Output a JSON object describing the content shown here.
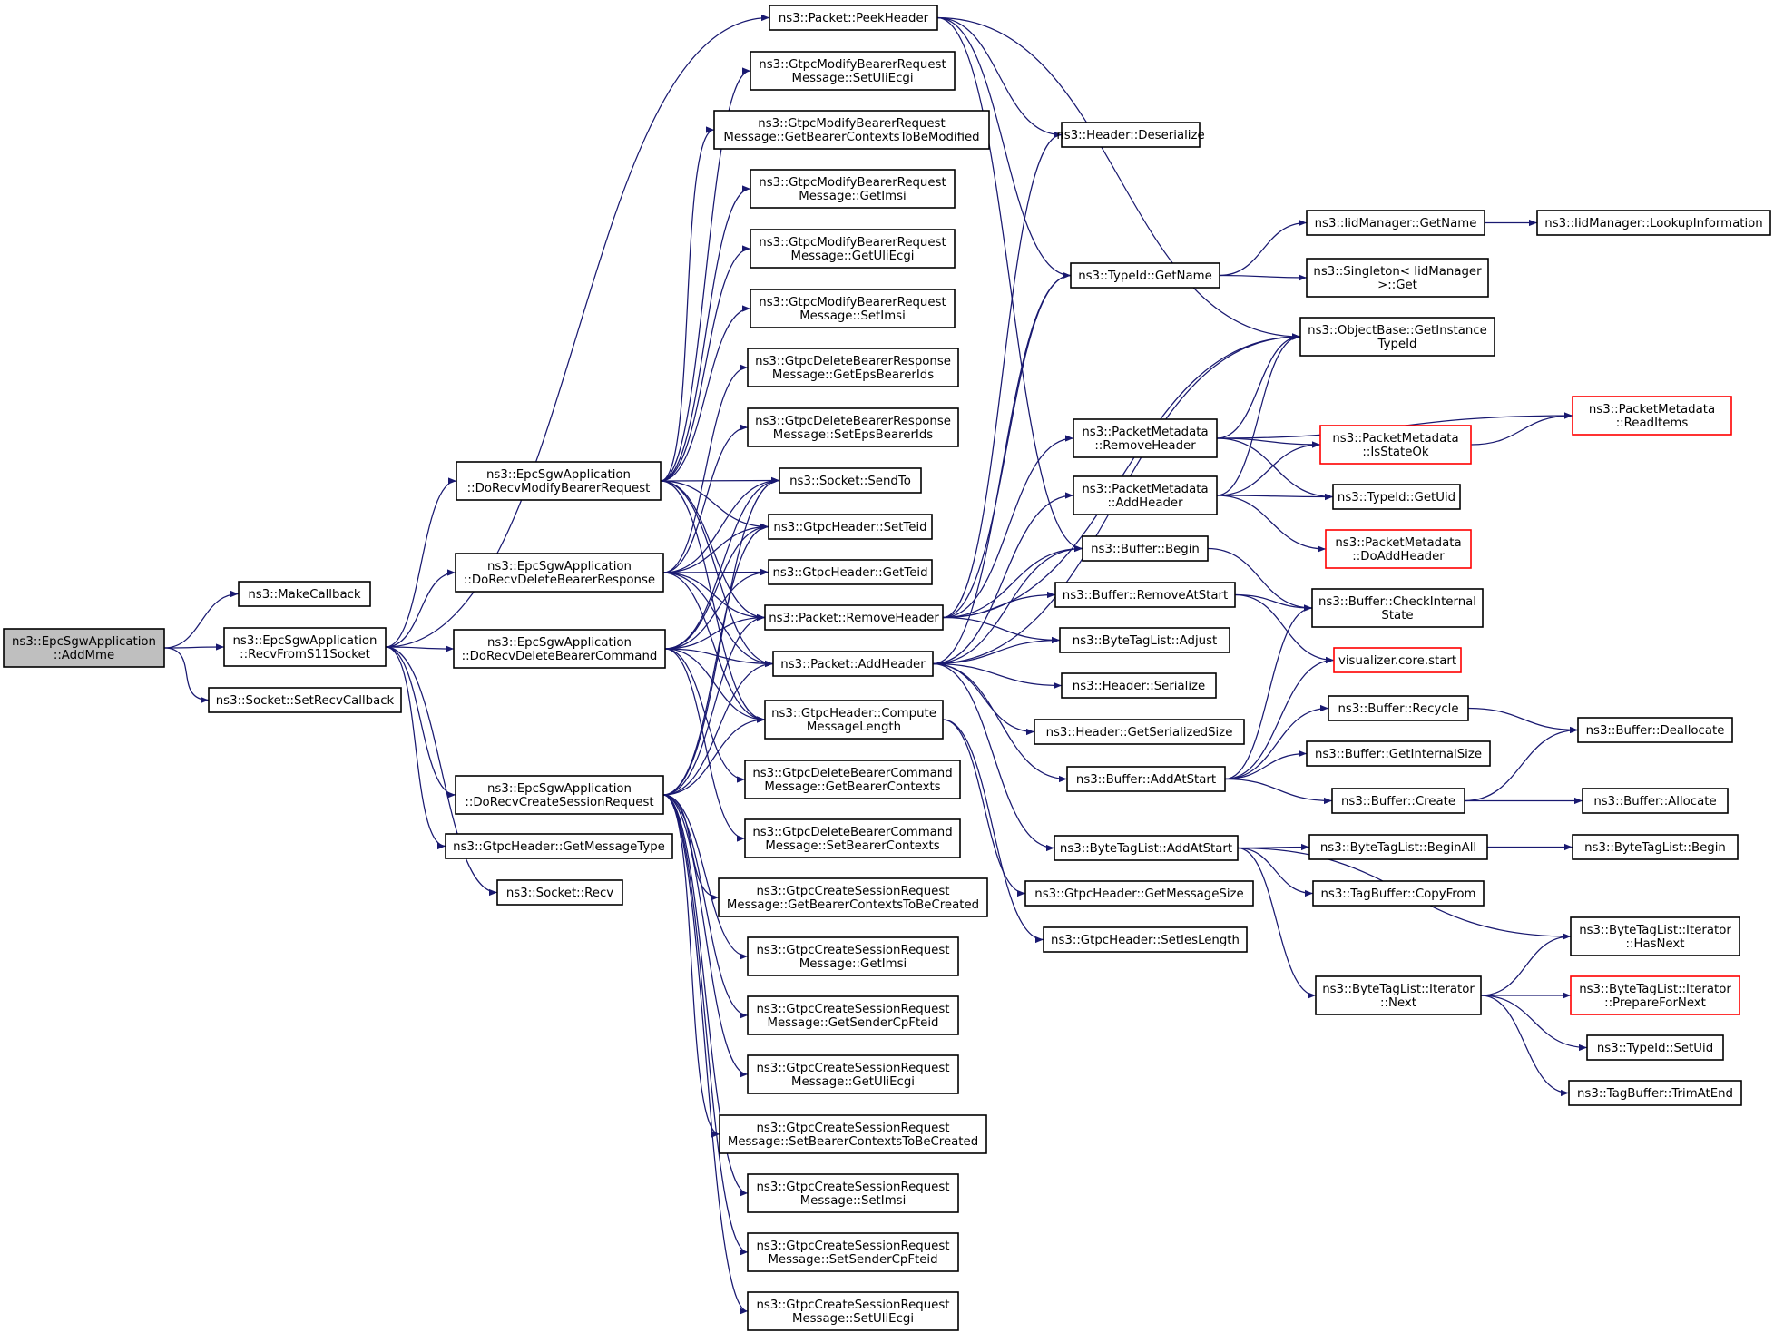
{
  "colors": {
    "edge": "#191970",
    "node_border": "#000000",
    "node_border_truncated": "#ff0000",
    "root_fill": "#bfbfbf",
    "node_fill": "#ffffff"
  },
  "nodes": [
    {
      "id": "root",
      "lines": [
        "ns3::EpcSgwApplication",
        "::AddMme"
      ],
      "root": true
    },
    {
      "id": "makecb",
      "lines": [
        "ns3::MakeCallback"
      ]
    },
    {
      "id": "recvs11",
      "lines": [
        "ns3::EpcSgwApplication",
        "::RecvFromS11Socket"
      ]
    },
    {
      "id": "setrecvcb",
      "lines": [
        "ns3::Socket::SetRecvCallback"
      ]
    },
    {
      "id": "domodify",
      "lines": [
        "ns3::EpcSgwApplication",
        "::DoRecvModifyBearerRequest"
      ]
    },
    {
      "id": "dodelresp",
      "lines": [
        "ns3::EpcSgwApplication",
        "::DoRecvDeleteBearerResponse"
      ]
    },
    {
      "id": "dodelcmd",
      "lines": [
        "ns3::EpcSgwApplication",
        "::DoRecvDeleteBearerCommand"
      ]
    },
    {
      "id": "docreate",
      "lines": [
        "ns3::EpcSgwApplication",
        "::DoRecvCreateSessionRequest"
      ]
    },
    {
      "id": "getmsgtype",
      "lines": [
        "ns3::GtpcHeader::GetMessageType"
      ]
    },
    {
      "id": "sockrecv",
      "lines": [
        "ns3::Socket::Recv"
      ]
    },
    {
      "id": "peek",
      "lines": [
        "ns3::Packet::PeekHeader"
      ]
    },
    {
      "id": "mb_setuli",
      "lines": [
        "ns3::GtpcModifyBearerRequest",
        "Message::SetUliEcgi"
      ]
    },
    {
      "id": "mb_getctx",
      "lines": [
        "ns3::GtpcModifyBearerRequest",
        "Message::GetBearerContextsToBeModified"
      ]
    },
    {
      "id": "mb_getimsi",
      "lines": [
        "ns3::GtpcModifyBearerRequest",
        "Message::GetImsi"
      ]
    },
    {
      "id": "mb_getuli",
      "lines": [
        "ns3::GtpcModifyBearerRequest",
        "Message::GetUliEcgi"
      ]
    },
    {
      "id": "mb_setimsi",
      "lines": [
        "ns3::GtpcModifyBearerRequest",
        "Message::SetImsi"
      ]
    },
    {
      "id": "dr_geteps",
      "lines": [
        "ns3::GtpcDeleteBearerResponse",
        "Message::GetEpsBearerIds"
      ]
    },
    {
      "id": "dr_seteps",
      "lines": [
        "ns3::GtpcDeleteBearerResponse",
        "Message::SetEpsBearerIds"
      ]
    },
    {
      "id": "sendto",
      "lines": [
        "ns3::Socket::SendTo"
      ]
    },
    {
      "id": "setteid",
      "lines": [
        "ns3::GtpcHeader::SetTeid"
      ]
    },
    {
      "id": "getteid",
      "lines": [
        "ns3::GtpcHeader::GetTeid"
      ]
    },
    {
      "id": "removehdr",
      "lines": [
        "ns3::Packet::RemoveHeader"
      ]
    },
    {
      "id": "addhdr",
      "lines": [
        "ns3::Packet::AddHeader"
      ]
    },
    {
      "id": "compute",
      "lines": [
        "ns3::GtpcHeader::Compute",
        "MessageLength"
      ]
    },
    {
      "id": "dc_getctx",
      "lines": [
        "ns3::GtpcDeleteBearerCommand",
        "Message::GetBearerContexts"
      ]
    },
    {
      "id": "dc_setctx",
      "lines": [
        "ns3::GtpcDeleteBearerCommand",
        "Message::SetBearerContexts"
      ]
    },
    {
      "id": "cs_getctx",
      "lines": [
        "ns3::GtpcCreateSessionRequest",
        "Message::GetBearerContextsToBeCreated"
      ]
    },
    {
      "id": "cs_getimsi",
      "lines": [
        "ns3::GtpcCreateSessionRequest",
        "Message::GetImsi"
      ]
    },
    {
      "id": "cs_getsender",
      "lines": [
        "ns3::GtpcCreateSessionRequest",
        "Message::GetSenderCpFteid"
      ]
    },
    {
      "id": "cs_getuli",
      "lines": [
        "ns3::GtpcCreateSessionRequest",
        "Message::GetUliEcgi"
      ]
    },
    {
      "id": "cs_setctx",
      "lines": [
        "ns3::GtpcCreateSessionRequest",
        "Message::SetBearerContextsToBeCreated"
      ]
    },
    {
      "id": "cs_setimsi",
      "lines": [
        "ns3::GtpcCreateSessionRequest",
        "Message::SetImsi"
      ]
    },
    {
      "id": "cs_setsender",
      "lines": [
        "ns3::GtpcCreateSessionRequest",
        "Message::SetSenderCpFteid"
      ]
    },
    {
      "id": "cs_setuli",
      "lines": [
        "ns3::GtpcCreateSessionRequest",
        "Message::SetUliEcgi"
      ]
    },
    {
      "id": "hdr_deser",
      "lines": [
        "ns3::Header::Deserialize"
      ]
    },
    {
      "id": "typeid_getname",
      "lines": [
        "ns3::TypeId::GetName"
      ]
    },
    {
      "id": "pm_remove",
      "lines": [
        "ns3::PacketMetadata",
        "::RemoveHeader"
      ]
    },
    {
      "id": "pm_add",
      "lines": [
        "ns3::PacketMetadata",
        "::AddHeader"
      ]
    },
    {
      "id": "buf_begin",
      "lines": [
        "ns3::Buffer::Begin"
      ]
    },
    {
      "id": "buf_removeatstart",
      "lines": [
        "ns3::Buffer::RemoveAtStart"
      ]
    },
    {
      "id": "btl_adjust",
      "lines": [
        "ns3::ByteTagList::Adjust"
      ]
    },
    {
      "id": "hdr_serialize",
      "lines": [
        "ns3::Header::Serialize"
      ]
    },
    {
      "id": "hdr_getsize",
      "lines": [
        "ns3::Header::GetSerializedSize"
      ]
    },
    {
      "id": "buf_addatstart",
      "lines": [
        "ns3::Buffer::AddAtStart"
      ]
    },
    {
      "id": "btl_addatstart",
      "lines": [
        "ns3::ByteTagList::AddAtStart"
      ]
    },
    {
      "id": "gtpc_getmsgsize",
      "lines": [
        "ns3::GtpcHeader::GetMessageSize"
      ]
    },
    {
      "id": "gtpc_setieslen",
      "lines": [
        "ns3::GtpcHeader::SetIesLength"
      ]
    },
    {
      "id": "iid_getname",
      "lines": [
        "ns3::IidManager::GetName"
      ]
    },
    {
      "id": "iid_lookup",
      "lines": [
        "ns3::IidManager::LookupInformation"
      ]
    },
    {
      "id": "singleton_get",
      "lines": [
        "ns3::Singleton< IidManager",
        ">::Get"
      ]
    },
    {
      "id": "objbase_getinst",
      "lines": [
        "ns3::ObjectBase::GetInstance",
        "TypeId"
      ]
    },
    {
      "id": "pm_readitems",
      "lines": [
        "ns3::PacketMetadata",
        "::ReadItems"
      ],
      "truncated": true
    },
    {
      "id": "pm_isstateok",
      "lines": [
        "ns3::PacketMetadata",
        "::IsStateOk"
      ],
      "truncated": true
    },
    {
      "id": "typeid_getuid",
      "lines": [
        "ns3::TypeId::GetUid"
      ]
    },
    {
      "id": "pm_doadd",
      "lines": [
        "ns3::PacketMetadata",
        "::DoAddHeader"
      ],
      "truncated": true
    },
    {
      "id": "buf_checkint",
      "lines": [
        "ns3::Buffer::CheckInternal",
        "State"
      ]
    },
    {
      "id": "vis_start",
      "lines": [
        "visualizer.core.start"
      ],
      "truncated": true
    },
    {
      "id": "buf_recycle",
      "lines": [
        "ns3::Buffer::Recycle"
      ]
    },
    {
      "id": "buf_dealloc",
      "lines": [
        "ns3::Buffer::Deallocate"
      ]
    },
    {
      "id": "buf_getintsize",
      "lines": [
        "ns3::Buffer::GetInternalSize"
      ]
    },
    {
      "id": "buf_create",
      "lines": [
        "ns3::Buffer::Create"
      ]
    },
    {
      "id": "buf_alloc",
      "lines": [
        "ns3::Buffer::Allocate"
      ]
    },
    {
      "id": "btl_beginall",
      "lines": [
        "ns3::ByteTagList::BeginAll"
      ]
    },
    {
      "id": "btl_begin",
      "lines": [
        "ns3::ByteTagList::Begin"
      ]
    },
    {
      "id": "tagbuf_copyfrom",
      "lines": [
        "ns3::TagBuffer::CopyFrom"
      ]
    },
    {
      "id": "btl_it_hasnext",
      "lines": [
        "ns3::ByteTagList::Iterator",
        "::HasNext"
      ]
    },
    {
      "id": "btl_it_next",
      "lines": [
        "ns3::ByteTagList::Iterator",
        "::Next"
      ]
    },
    {
      "id": "btl_it_prepare",
      "lines": [
        "ns3::ByteTagList::Iterator",
        "::PrepareForNext"
      ],
      "truncated": true
    },
    {
      "id": "typeid_setuid",
      "lines": [
        "ns3::TypeId::SetUid"
      ]
    },
    {
      "id": "tagbuf_trim",
      "lines": [
        "ns3::TagBuffer::TrimAtEnd"
      ]
    }
  ],
  "edges": [
    [
      "root",
      "makecb"
    ],
    [
      "root",
      "recvs11"
    ],
    [
      "root",
      "setrecvcb"
    ],
    [
      "recvs11",
      "domodify"
    ],
    [
      "recvs11",
      "dodelresp"
    ],
    [
      "recvs11",
      "dodelcmd"
    ],
    [
      "recvs11",
      "docreate"
    ],
    [
      "recvs11",
      "getmsgtype"
    ],
    [
      "recvs11",
      "sockrecv"
    ],
    [
      "recvs11",
      "peek"
    ],
    [
      "domodify",
      "mb_setuli"
    ],
    [
      "domodify",
      "mb_getctx"
    ],
    [
      "domodify",
      "mb_getimsi"
    ],
    [
      "domodify",
      "mb_getuli"
    ],
    [
      "domodify",
      "mb_setimsi"
    ],
    [
      "domodify",
      "sendto"
    ],
    [
      "domodify",
      "setteid"
    ],
    [
      "domodify",
      "removehdr"
    ],
    [
      "domodify",
      "addhdr"
    ],
    [
      "domodify",
      "compute"
    ],
    [
      "dodelresp",
      "dr_geteps"
    ],
    [
      "dodelresp",
      "dr_seteps"
    ],
    [
      "dodelresp",
      "sendto"
    ],
    [
      "dodelresp",
      "setteid"
    ],
    [
      "dodelresp",
      "getteid"
    ],
    [
      "dodelresp",
      "removehdr"
    ],
    [
      "dodelresp",
      "addhdr"
    ],
    [
      "dodelresp",
      "compute"
    ],
    [
      "dodelcmd",
      "sendto"
    ],
    [
      "dodelcmd",
      "setteid"
    ],
    [
      "dodelcmd",
      "getteid"
    ],
    [
      "dodelcmd",
      "removehdr"
    ],
    [
      "dodelcmd",
      "addhdr"
    ],
    [
      "dodelcmd",
      "compute"
    ],
    [
      "dodelcmd",
      "dc_getctx"
    ],
    [
      "dodelcmd",
      "dc_setctx"
    ],
    [
      "docreate",
      "sendto"
    ],
    [
      "docreate",
      "setteid"
    ],
    [
      "docreate",
      "removehdr"
    ],
    [
      "docreate",
      "addhdr"
    ],
    [
      "docreate",
      "compute"
    ],
    [
      "docreate",
      "cs_getctx"
    ],
    [
      "docreate",
      "cs_getimsi"
    ],
    [
      "docreate",
      "cs_getsender"
    ],
    [
      "docreate",
      "cs_getuli"
    ],
    [
      "docreate",
      "cs_setctx"
    ],
    [
      "docreate",
      "cs_setimsi"
    ],
    [
      "docreate",
      "cs_setsender"
    ],
    [
      "docreate",
      "cs_setuli"
    ],
    [
      "peek",
      "hdr_deser"
    ],
    [
      "peek",
      "typeid_getname"
    ],
    [
      "peek",
      "objbase_getinst"
    ],
    [
      "peek",
      "buf_begin"
    ],
    [
      "removehdr",
      "hdr_deser"
    ],
    [
      "removehdr",
      "typeid_getname"
    ],
    [
      "removehdr",
      "objbase_getinst"
    ],
    [
      "removehdr",
      "pm_remove"
    ],
    [
      "removehdr",
      "buf_begin"
    ],
    [
      "removehdr",
      "buf_removeatstart"
    ],
    [
      "removehdr",
      "btl_adjust"
    ],
    [
      "addhdr",
      "typeid_getname"
    ],
    [
      "addhdr",
      "objbase_getinst"
    ],
    [
      "addhdr",
      "pm_add"
    ],
    [
      "addhdr",
      "buf_begin"
    ],
    [
      "addhdr",
      "btl_adjust"
    ],
    [
      "addhdr",
      "hdr_serialize"
    ],
    [
      "addhdr",
      "hdr_getsize"
    ],
    [
      "addhdr",
      "buf_addatstart"
    ],
    [
      "addhdr",
      "btl_addatstart"
    ],
    [
      "compute",
      "gtpc_getmsgsize"
    ],
    [
      "compute",
      "gtpc_setieslen"
    ],
    [
      "typeid_getname",
      "iid_getname"
    ],
    [
      "typeid_getname",
      "singleton_get"
    ],
    [
      "iid_getname",
      "iid_lookup"
    ],
    [
      "pm_remove",
      "objbase_getinst"
    ],
    [
      "pm_remove",
      "pm_readitems"
    ],
    [
      "pm_remove",
      "pm_isstateok"
    ],
    [
      "pm_remove",
      "typeid_getuid"
    ],
    [
      "pm_add",
      "objbase_getinst"
    ],
    [
      "pm_add",
      "pm_isstateok"
    ],
    [
      "pm_add",
      "typeid_getuid"
    ],
    [
      "pm_add",
      "pm_doadd"
    ],
    [
      "pm_isstateok",
      "pm_readitems"
    ],
    [
      "buf_begin",
      "buf_checkint"
    ],
    [
      "buf_removeatstart",
      "buf_checkint"
    ],
    [
      "buf_removeatstart",
      "vis_start"
    ],
    [
      "buf_addatstart",
      "buf_checkint"
    ],
    [
      "buf_addatstart",
      "vis_start"
    ],
    [
      "buf_addatstart",
      "buf_recycle"
    ],
    [
      "buf_addatstart",
      "buf_getintsize"
    ],
    [
      "buf_addatstart",
      "buf_create"
    ],
    [
      "buf_recycle",
      "buf_dealloc"
    ],
    [
      "buf_create",
      "buf_dealloc"
    ],
    [
      "buf_create",
      "buf_alloc"
    ],
    [
      "btl_addatstart",
      "btl_beginall"
    ],
    [
      "btl_addatstart",
      "tagbuf_copyfrom"
    ],
    [
      "btl_addatstart",
      "btl_it_hasnext"
    ],
    [
      "btl_addatstart",
      "btl_it_next"
    ],
    [
      "btl_beginall",
      "btl_begin"
    ],
    [
      "btl_it_next",
      "btl_it_hasnext"
    ],
    [
      "btl_it_next",
      "btl_it_prepare"
    ],
    [
      "btl_it_next",
      "typeid_setuid"
    ],
    [
      "btl_it_next",
      "tagbuf_trim"
    ]
  ]
}
